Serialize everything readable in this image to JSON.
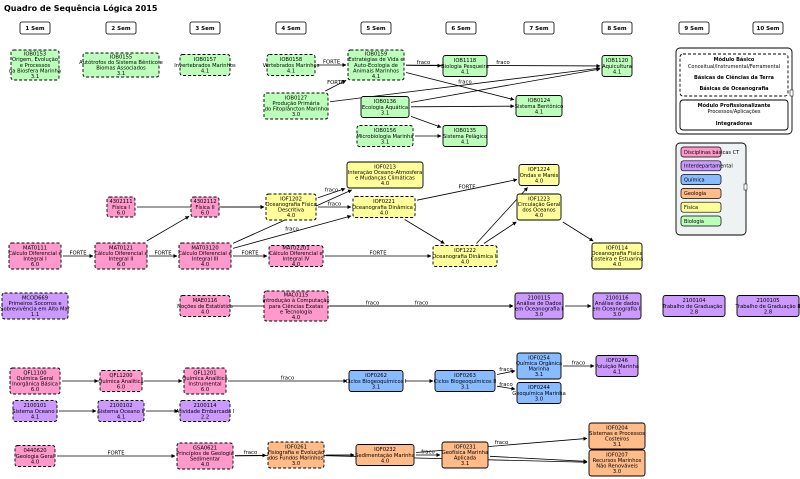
{
  "title": "Quadro de Sequência Lógica 2015",
  "semesters": [
    "1 Sem",
    "2 Sem",
    "3 Sem",
    "4 Sem",
    "5 Sem",
    "6 Sem",
    "7 Sem",
    "8 Sem",
    "9 Sem",
    "10 Sem"
  ],
  "colors": {
    "basic": "#ff99cc",
    "interdept": "#cc99ff",
    "chemistry": "#88bbff",
    "geology": "#ffbb88",
    "physics": "#ffff99",
    "biology": "#bbffbb",
    "panel": "#eef2f2"
  },
  "nodes": [
    {
      "id": "IOB0153",
      "lines": [
        "IOB0153",
        "Origem, Evolução",
        "e Processos",
        "na Biosfera Marinha",
        "3.1"
      ],
      "color": "biology",
      "style": "dashed"
    },
    {
      "id": "IOB0155",
      "lines": [
        "IOB0155",
        "Autótrofos do Sistema Bêntico e",
        "Biomas Associados",
        "3.1"
      ],
      "color": "biology",
      "style": "dashed"
    },
    {
      "id": "IOB0157",
      "lines": [
        "IOB0157",
        "Invertebrados Marinhos",
        "4.1"
      ],
      "color": "biology",
      "style": "dashed"
    },
    {
      "id": "IOB0158",
      "lines": [
        "IOB0158",
        "Vertebrados Marinhos",
        "4.1"
      ],
      "color": "biology",
      "style": "dashed"
    },
    {
      "id": "IOB0127",
      "lines": [
        "IOB0127",
        "Produção Primária",
        "do Fitoplâncton Marinho",
        "3.0"
      ],
      "color": "biology",
      "style": "dashed"
    },
    {
      "id": "IOB0159",
      "lines": [
        "IOB0159",
        "Estratégias de Vida e",
        "Auto-Ecologia de",
        "Animais Marinhos",
        "4.1"
      ],
      "color": "biology",
      "style": "dashed"
    },
    {
      "id": "IOB0136",
      "lines": [
        "IOB0136",
        "Ecologia Aquática",
        "3.1"
      ],
      "color": "biology",
      "style": "solid"
    },
    {
      "id": "IOB0156",
      "lines": [
        "IOB0156",
        "Microbiologia Marinha",
        "3.1"
      ],
      "color": "biology",
      "style": "dashed"
    },
    {
      "id": "IOB1118",
      "lines": [
        "IOB1118",
        "Biologia Pesqueira",
        "4.1"
      ],
      "color": "biology",
      "style": "solid"
    },
    {
      "id": "IOB0135",
      "lines": [
        "IOB0135",
        "Sistema Pelágico",
        "4.1"
      ],
      "color": "biology",
      "style": "solid"
    },
    {
      "id": "IOB0124",
      "lines": [
        "IOB0124",
        "Sistema Bentônico",
        "4.1"
      ],
      "color": "biology",
      "style": "solid"
    },
    {
      "id": "IOB1120",
      "lines": [
        "IOB1120",
        "Aquicultura",
        "4.1"
      ],
      "color": "biology",
      "style": "solid"
    },
    {
      "id": "4302111",
      "lines": [
        "4302111",
        "Física I",
        "6.0"
      ],
      "color": "basic",
      "style": "dashed"
    },
    {
      "id": "4302112",
      "lines": [
        "4302112",
        "Física II",
        "6.0"
      ],
      "color": "basic",
      "style": "dashed"
    },
    {
      "id": "IOF1202",
      "lines": [
        "IOF1202",
        "Oceanografia Física",
        "Descritiva",
        "4.0"
      ],
      "color": "physics",
      "style": "dashed"
    },
    {
      "id": "IOF0213",
      "lines": [
        "IOF0213",
        "Interação Oceano-Atmosfera",
        "e Mudanças Climáticas",
        "4.0"
      ],
      "color": "physics",
      "style": "solid"
    },
    {
      "id": "IOF0221",
      "lines": [
        "IOF0221",
        "Oceanografia Dinâmica I",
        "4.0"
      ],
      "color": "physics",
      "style": "dashed"
    },
    {
      "id": "IOF1222",
      "lines": [
        "IOF1222",
        "Oceanografia Dinâmica II",
        "4.0"
      ],
      "color": "physics",
      "style": "dashed"
    },
    {
      "id": "IOF1224",
      "lines": [
        "IOF1224",
        "Ondas e Marés",
        "4.0"
      ],
      "color": "physics",
      "style": "solid"
    },
    {
      "id": "IOF1223",
      "lines": [
        "IOF1223",
        "Circulação Geral",
        "dos Oceanos",
        "4.0"
      ],
      "color": "physics",
      "style": "solid"
    },
    {
      "id": "IOF0114",
      "lines": [
        "IOF0114",
        "Oceanografia Física",
        "Costeira e Estuarina",
        "4.0"
      ],
      "color": "physics",
      "style": "solid"
    },
    {
      "id": "MAT0111",
      "lines": [
        "MAT0111",
        "Cálculo Diferencial e",
        "Integral I",
        "6.0"
      ],
      "color": "basic",
      "style": "dashed"
    },
    {
      "id": "MAT0121",
      "lines": [
        "MAT0121",
        "Cálculo Diferencial e",
        "Integral II",
        "6.0"
      ],
      "color": "basic",
      "style": "dashed"
    },
    {
      "id": "MAT03120",
      "lines": [
        "MAT03120",
        "Cálculo Diferencial e",
        "Integral III",
        "4.0"
      ],
      "color": "basic",
      "style": "dashed"
    },
    {
      "id": "MAT02201",
      "lines": [
        "MAT02201",
        "Cálculo Diferencial e",
        "Integral IV",
        "4.0"
      ],
      "color": "basic",
      "style": "dashed"
    },
    {
      "id": "MCOD669",
      "lines": [
        "MCOD669",
        "Primeiros Socorros e",
        "Sobrevivência em Alto Mar",
        "1.1"
      ],
      "color": "interdept",
      "style": "dashed"
    },
    {
      "id": "MAE0116",
      "lines": [
        "MAE0116",
        "Noções de Estatística",
        "4.0"
      ],
      "color": "basic",
      "style": "dashed"
    },
    {
      "id": "MAC0115",
      "lines": [
        "MAC0115",
        "Introdução à Computação",
        "para Ciências Exatas",
        "e Tecnologia",
        "4.0"
      ],
      "color": "basic",
      "style": "dashed"
    },
    {
      "id": "2100115",
      "lines": [
        "2100115",
        "Análise de Dados",
        "em Oceanografia I",
        "3.0"
      ],
      "color": "interdept",
      "style": "solid"
    },
    {
      "id": "2100116",
      "lines": [
        "2100116",
        "Análise de dados",
        "em Oceanografia II",
        "3.0"
      ],
      "color": "interdept",
      "style": "solid"
    },
    {
      "id": "2100104",
      "lines": [
        "2100104",
        "Trabalho de Graduação I",
        "2.8"
      ],
      "color": "interdept",
      "style": "solid"
    },
    {
      "id": "2100105",
      "lines": [
        "2100105",
        "Trabalho de Graduação II",
        "2.8"
      ],
      "color": "interdept",
      "style": "solid"
    },
    {
      "id": "QFL1100",
      "lines": [
        "QFL1100",
        "Química Geral",
        "Inorgânica Básica",
        "6.0"
      ],
      "color": "basic",
      "style": "dashed"
    },
    {
      "id": "QFL1200",
      "lines": [
        "QFL1200",
        "Química Analítica",
        "6.0"
      ],
      "color": "basic",
      "style": "dashed"
    },
    {
      "id": "QFL1201",
      "lines": [
        "QFL1201",
        "Química Analítica",
        "Instrumental",
        "6.0"
      ],
      "color": "basic",
      "style": "dashed"
    },
    {
      "id": "IOF0262",
      "lines": [
        "IOF0262",
        "Ciclos Biogeoquímicos I",
        "3.1"
      ],
      "color": "chemistry",
      "style": "solid"
    },
    {
      "id": "IOF0263",
      "lines": [
        "IOF0263",
        "Ciclos Biogeoquímicos II",
        "3.1"
      ],
      "color": "chemistry",
      "style": "solid"
    },
    {
      "id": "IOF0254",
      "lines": [
        "IOF0254",
        "Química Orgânica",
        "Marinha",
        "3.1"
      ],
      "color": "chemistry",
      "style": "solid"
    },
    {
      "id": "IOF0244",
      "lines": [
        "IOF0244",
        "Geoquímica Marinha",
        "3.0"
      ],
      "color": "chemistry",
      "style": "solid"
    },
    {
      "id": "IOF0246",
      "lines": [
        "IOF0246",
        "Poluição Marinha",
        "4.1"
      ],
      "color": "interdept",
      "style": "solid"
    },
    {
      "id": "2100101",
      "lines": [
        "2100101",
        "Sistema Oceano I",
        "4.1"
      ],
      "color": "interdept",
      "style": "dashed"
    },
    {
      "id": "2100102",
      "lines": [
        "2100102",
        "Sistema Oceano II",
        "4.1"
      ],
      "color": "interdept",
      "style": "dashed"
    },
    {
      "id": "2100114",
      "lines": [
        "2100114",
        "Atividade Embarcada I",
        "2.2"
      ],
      "color": "interdept",
      "style": "dashed"
    },
    {
      "id": "0440620",
      "lines": [
        "0440620",
        "Geologia Geral",
        "4.0"
      ],
      "color": "basic",
      "style": "dashed"
    },
    {
      "id": "GSA0621",
      "lines": [
        "GSA0621",
        "Princípios de Geologia",
        "Sedimentar",
        "4.0"
      ],
      "color": "basic",
      "style": "dashed"
    },
    {
      "id": "IOF0261",
      "lines": [
        "IOF0261",
        "Fisiografia e Evolução",
        "dos Fundos Marinhos",
        "3.0"
      ],
      "color": "geology",
      "style": "dashed"
    },
    {
      "id": "IOF0232",
      "lines": [
        "IOF0232",
        "Sedimentação Marinha",
        "4.0"
      ],
      "color": "geology",
      "style": "solid"
    },
    {
      "id": "IOF0231",
      "lines": [
        "IOF0231",
        "Geofísica Marinha",
        "Aplicada",
        "3.1"
      ],
      "color": "geology",
      "style": "solid"
    },
    {
      "id": "IOF0204",
      "lines": [
        "IOF0204",
        "Sistemas e Processos",
        "Costeiros",
        "3.1"
      ],
      "color": "geology",
      "style": "solid"
    },
    {
      "id": "IOF0207",
      "lines": [
        "IOF0207",
        "Recursos Marinhos",
        "Não Renováveis",
        "3.0"
      ],
      "color": "geology",
      "style": "solid"
    }
  ],
  "edges": [
    {
      "from": "IOB0158",
      "to": "IOB0159",
      "label": "FORTE"
    },
    {
      "from": "IOB0127",
      "to": "IOB0159",
      "label": "FORTE"
    },
    {
      "from": "IOB0159",
      "to": "IOB1120",
      "label": "fraco"
    },
    {
      "from": "IOB0159",
      "to": "IOB1118",
      "label": "fraco"
    },
    {
      "from": "IOB0159",
      "to": "IOB0124",
      "label": ""
    },
    {
      "from": "IOB0127",
      "to": "IOB1120",
      "label": "fraco"
    },
    {
      "from": "IOB0136",
      "to": "IOB1120",
      "label": ""
    },
    {
      "from": "IOB0136",
      "to": "IOB0124",
      "label": ""
    },
    {
      "from": "IOB0136",
      "to": "IOB0135",
      "label": ""
    },
    {
      "from": "IOB0156",
      "to": "IOB0135",
      "label": ""
    },
    {
      "from": "4302111",
      "to": "IOF1202",
      "label": "FORTE"
    },
    {
      "from": "4302112",
      "to": "IOF1202",
      "label": ""
    },
    {
      "from": "IOF1202",
      "to": "IOF0213",
      "label": "fraco"
    },
    {
      "from": "IOF1202",
      "to": "IOF0221",
      "label": "fraco"
    },
    {
      "from": "IOF0221",
      "to": "IOF1224",
      "label": "FORTE"
    },
    {
      "from": "IOF0221",
      "to": "IOF1222",
      "label": ""
    },
    {
      "from": "IOF1222",
      "to": "IOF1224",
      "label": ""
    },
    {
      "from": "IOF1222",
      "to": "IOF1223",
      "label": ""
    },
    {
      "from": "IOF1223",
      "to": "IOF0114",
      "label": ""
    },
    {
      "from": "MAT0111",
      "to": "MAT0121",
      "label": "FORTE"
    },
    {
      "from": "MAT0121",
      "to": "MAT03120",
      "label": "FORTE"
    },
    {
      "from": "MAT03120",
      "to": "MAT02201",
      "label": "FORTE"
    },
    {
      "from": "MAT03120",
      "to": "IOF0213",
      "label": "fraco"
    },
    {
      "from": "MAT03120",
      "to": "IOF0221",
      "label": "fraco"
    },
    {
      "from": "MAT02201",
      "to": "IOF1222",
      "label": "FORTE"
    },
    {
      "from": "MAT0121",
      "to": "4302112",
      "label": ""
    },
    {
      "from": "MAE0116",
      "to": "2100115",
      "label": "fraco"
    },
    {
      "from": "MAC0115",
      "to": "2100115",
      "label": "fraco"
    },
    {
      "from": "2100115",
      "to": "2100116",
      "label": ""
    },
    {
      "from": "QFL1100",
      "to": "QFL1200",
      "label": ""
    },
    {
      "from": "QFL1200",
      "to": "QFL1201",
      "label": ""
    },
    {
      "from": "QFL1201",
      "to": "IOF0262",
      "label": "fraco"
    },
    {
      "from": "IOF0262",
      "to": "IOF0263",
      "label": ""
    },
    {
      "from": "IOF0263",
      "to": "IOF0254",
      "label": "fraco"
    },
    {
      "from": "IOF0263",
      "to": "IOF0244",
      "label": "fraco"
    },
    {
      "from": "IOF0254",
      "to": "IOF0246",
      "label": "fraco"
    },
    {
      "from": "2100101",
      "to": "2100102",
      "label": ""
    },
    {
      "from": "2100102",
      "to": "2100114",
      "label": ""
    },
    {
      "from": "0440620",
      "to": "GSA0621",
      "label": "FORTE"
    },
    {
      "from": "GSA0621",
      "to": "IOF0261",
      "label": "fraco"
    },
    {
      "from": "GSA0621",
      "to": "IOF0232",
      "label": ""
    },
    {
      "from": "IOF0261",
      "to": "IOF0232",
      "label": ""
    },
    {
      "from": "IOF0232",
      "to": "IOF0231",
      "label": "fraco"
    },
    {
      "from": "IOF0232",
      "to": "IOF0204",
      "label": "fraco"
    },
    {
      "from": "IOF0231",
      "to": "IOF0207",
      "label": ""
    },
    {
      "from": "IOF0261",
      "to": "IOF0207",
      "label": ""
    }
  ],
  "legend_modules": {
    "basic_title": "Módulo Básico",
    "basic_sub": "Conceitual/Instrumental/Ferramental",
    "earth": "Básicas de Ciências da Terra",
    "ocean": "Básicas de Oceanografia",
    "prof_title": "Módulo Profissionalizante",
    "prof_sub": "Processos/Aplicações",
    "integ": "Integradoras"
  },
  "legend_colors": [
    {
      "label": "Disciplinas básicas CT",
      "color": "basic"
    },
    {
      "label": "Interdepartamental",
      "color": "interdept"
    },
    {
      "label": "Química",
      "color": "chemistry"
    },
    {
      "label": "Geologia",
      "color": "geology"
    },
    {
      "label": "Física",
      "color": "physics"
    },
    {
      "label": "Biologia",
      "color": "biology"
    }
  ]
}
